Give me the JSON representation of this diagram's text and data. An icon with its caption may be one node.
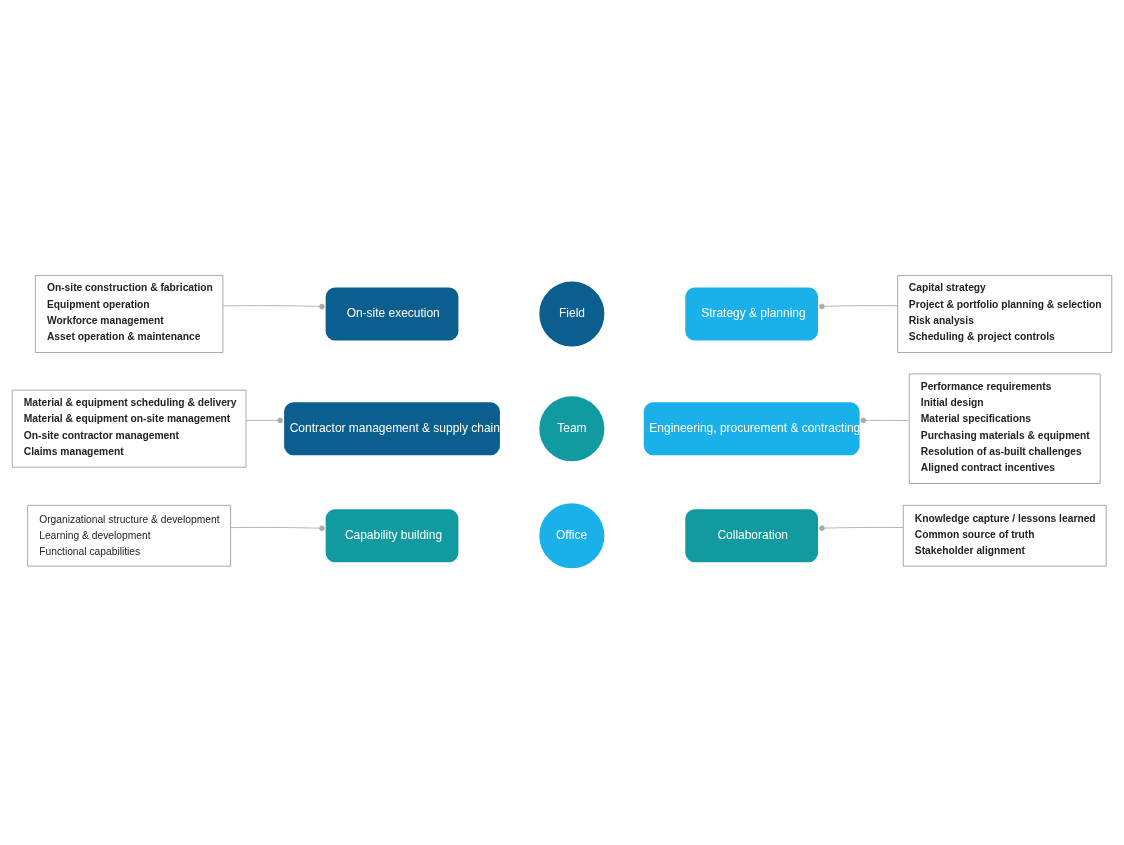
{
  "diagram": {
    "nodes": [
      {
        "text": [
          "Field"
        ]
      },
      {
        "text": [
          "Office"
        ]
      },
      {
        "text": [
          "Team"
        ]
      },
      {
        "text": [
          "On-site execution"
        ]
      },
      {
        "text": [
          "Strategy & planning"
        ]
      },
      {
        "text": [
          "Engineering, procurement & contracting"
        ]
      },
      {
        "text": [
          "Collaboration"
        ]
      },
      {
        "text": [
          "Capability building"
        ]
      },
      {
        "text": [
          "Contractor management & supply chain"
        ]
      },
      {
        "text": [
          "On-site construction & fabrication",
          "Equipment operation",
          "Workforce management",
          "Asset operation & maintenance"
        ]
      },
      {
        "text": [
          "Capital strategy",
          "Project & portfolio planning & selection",
          "Risk analysis",
          "Scheduling & project controls"
        ]
      },
      {
        "text": [
          "Performance requirements",
          "Initial design",
          "Material specifications",
          "Purchasing materials & equipment",
          "Resolution of as-built challenges",
          "Aligned contract incentives"
        ]
      },
      {
        "text": [
          "Knowledge capture / lessons learned",
          "Common source of truth",
          "Stakeholder alignment"
        ]
      },
      {
        "text": [
          "Organizational structure & development",
          "Learning & development",
          "Functional capabilities"
        ]
      },
      {
        "text": [
          "Material & equipment scheduling & delivery",
          "Material & equipment on-site management",
          "On-site contractor management",
          "Claims management"
        ]
      }
    ],
    "edges": [
      {
        "from": 9,
        "to": 3,
        "arrow": "other"
      },
      {
        "from": 10,
        "to": 4,
        "arrow": "other"
      },
      {
        "from": 11,
        "to": 5,
        "arrow": "other"
      },
      {
        "from": 12,
        "to": 6,
        "arrow": "other"
      },
      {
        "from": 13,
        "to": 7,
        "arrow": "other"
      },
      {
        "from": 14,
        "to": 8,
        "arrow": "other"
      }
    ]
  }
}
